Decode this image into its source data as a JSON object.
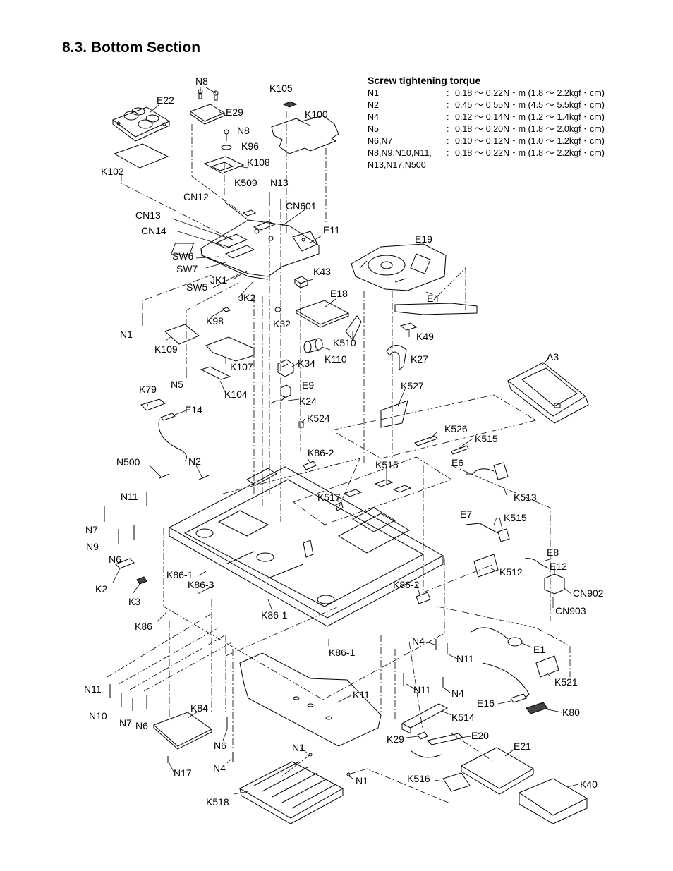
{
  "title": "8.3. Bottom Section",
  "torque": {
    "heading": "Screw tightening torque",
    "rows": [
      {
        "screw": "N1",
        "value": "0.18 ～ 0.22N・m (1.8 ～ 2.2kgf・cm)"
      },
      {
        "screw": "N2",
        "value": "0.45 ～ 0.55N・m (4.5 ～ 5.5kgf・cm)"
      },
      {
        "screw": "N4",
        "value": "0.12 ～ 0.14N・m (1.2 ～ 1.4kgf・cm)"
      },
      {
        "screw": "N5",
        "value": "0.18 ～ 0.20N・m (1.8 ～ 2.0kgf・cm)"
      },
      {
        "screw": "N6,N7",
        "value": "0.10 ～ 0.12N・m (1.0 ～ 1.2kgf・cm)"
      },
      {
        "screw": "N8,N9,N10,N11,",
        "value": "0.18 ～ 0.22N・m (1.8 ～ 2.2kgf・cm)"
      },
      {
        "screw": "N13,N17,N500",
        "value": ""
      }
    ],
    "colon": ":"
  },
  "labels": [
    {
      "t": "N8"
    },
    {
      "t": "E22"
    },
    {
      "t": "E29"
    },
    {
      "t": "K105"
    },
    {
      "t": "K100"
    },
    {
      "t": "N8"
    },
    {
      "t": "K96"
    },
    {
      "t": "K108"
    },
    {
      "t": "K102"
    },
    {
      "t": "K509"
    },
    {
      "t": "N13"
    },
    {
      "t": "CN12"
    },
    {
      "t": "CN601"
    },
    {
      "t": "CN13"
    },
    {
      "t": "CN14"
    },
    {
      "t": "E11"
    },
    {
      "t": "E19"
    },
    {
      "t": "SW6"
    },
    {
      "t": "SW7"
    },
    {
      "t": "K43"
    },
    {
      "t": "JK1"
    },
    {
      "t": "SW5"
    },
    {
      "t": "E18"
    },
    {
      "t": "JK2"
    },
    {
      "t": "E4"
    },
    {
      "t": "K98"
    },
    {
      "t": "K32"
    },
    {
      "t": "N1"
    },
    {
      "t": "K49"
    },
    {
      "t": "K510"
    },
    {
      "t": "K109"
    },
    {
      "t": "K110"
    },
    {
      "t": "K27"
    },
    {
      "t": "A3"
    },
    {
      "t": "K107"
    },
    {
      "t": "K34"
    },
    {
      "t": "N5"
    },
    {
      "t": "E9"
    },
    {
      "t": "K527"
    },
    {
      "t": "K104"
    },
    {
      "t": "K79"
    },
    {
      "t": "K24"
    },
    {
      "t": "E14"
    },
    {
      "t": "K524"
    },
    {
      "t": "K526"
    },
    {
      "t": "K515"
    },
    {
      "t": "K86-2"
    },
    {
      "t": "N500"
    },
    {
      "t": "N2"
    },
    {
      "t": "E6"
    },
    {
      "t": "K515"
    },
    {
      "t": "N11"
    },
    {
      "t": "K517"
    },
    {
      "t": "K513"
    },
    {
      "t": "E7"
    },
    {
      "t": "N7"
    },
    {
      "t": "K515"
    },
    {
      "t": "N9"
    },
    {
      "t": "E8"
    },
    {
      "t": "N6"
    },
    {
      "t": "K512"
    },
    {
      "t": "E12"
    },
    {
      "t": "K2"
    },
    {
      "t": "K86-1"
    },
    {
      "t": "CN902"
    },
    {
      "t": "K86-3"
    },
    {
      "t": "K3"
    },
    {
      "t": "K86-2"
    },
    {
      "t": "CN903"
    },
    {
      "t": "K86-1"
    },
    {
      "t": "K86"
    },
    {
      "t": "N4"
    },
    {
      "t": "E1"
    },
    {
      "t": "K86-1"
    },
    {
      "t": "N11"
    },
    {
      "t": "K521"
    },
    {
      "t": "N11"
    },
    {
      "t": "N11"
    },
    {
      "t": "N4"
    },
    {
      "t": "K11"
    },
    {
      "t": "E16"
    },
    {
      "t": "N10"
    },
    {
      "t": "K80"
    },
    {
      "t": "N7"
    },
    {
      "t": "K84"
    },
    {
      "t": "N6"
    },
    {
      "t": "K514"
    },
    {
      "t": "K29"
    },
    {
      "t": "E20"
    },
    {
      "t": "N6"
    },
    {
      "t": "E21"
    },
    {
      "t": "N1"
    },
    {
      "t": "N4"
    },
    {
      "t": "N17"
    },
    {
      "t": "N1"
    },
    {
      "t": "K516"
    },
    {
      "t": "K40"
    },
    {
      "t": "K518"
    }
  ]
}
